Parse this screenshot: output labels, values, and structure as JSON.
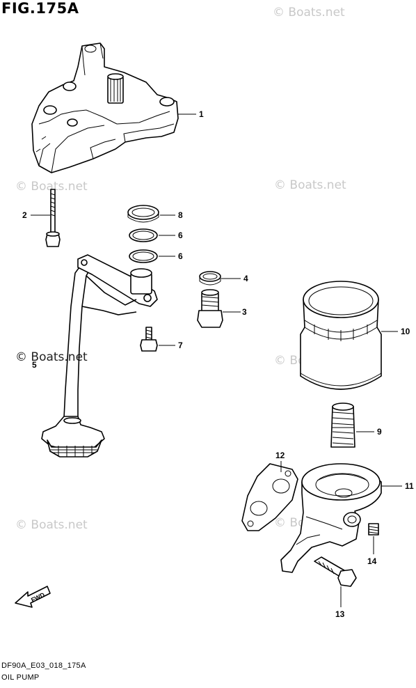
{
  "figure": {
    "title": "FIG.175A",
    "code": "DF90A_E03_018_175A",
    "name": "OIL PUMP"
  },
  "watermark": "© Boats.net",
  "fwd_label": "FWD",
  "parts": [
    {
      "id": "1",
      "label": "1"
    },
    {
      "id": "2",
      "label": "2"
    },
    {
      "id": "3",
      "label": "3"
    },
    {
      "id": "4",
      "label": "4"
    },
    {
      "id": "5",
      "label": "5"
    },
    {
      "id": "6a",
      "label": "6"
    },
    {
      "id": "6b",
      "label": "6"
    },
    {
      "id": "7",
      "label": "7"
    },
    {
      "id": "8",
      "label": "8"
    },
    {
      "id": "9",
      "label": "9"
    },
    {
      "id": "10",
      "label": "10"
    },
    {
      "id": "11",
      "label": "11"
    },
    {
      "id": "12",
      "label": "12"
    },
    {
      "id": "13",
      "label": "13"
    },
    {
      "id": "14",
      "label": "14"
    }
  ],
  "colors": {
    "line": "#000000",
    "watermark": "#c8c8c8",
    "background": "#ffffff"
  }
}
